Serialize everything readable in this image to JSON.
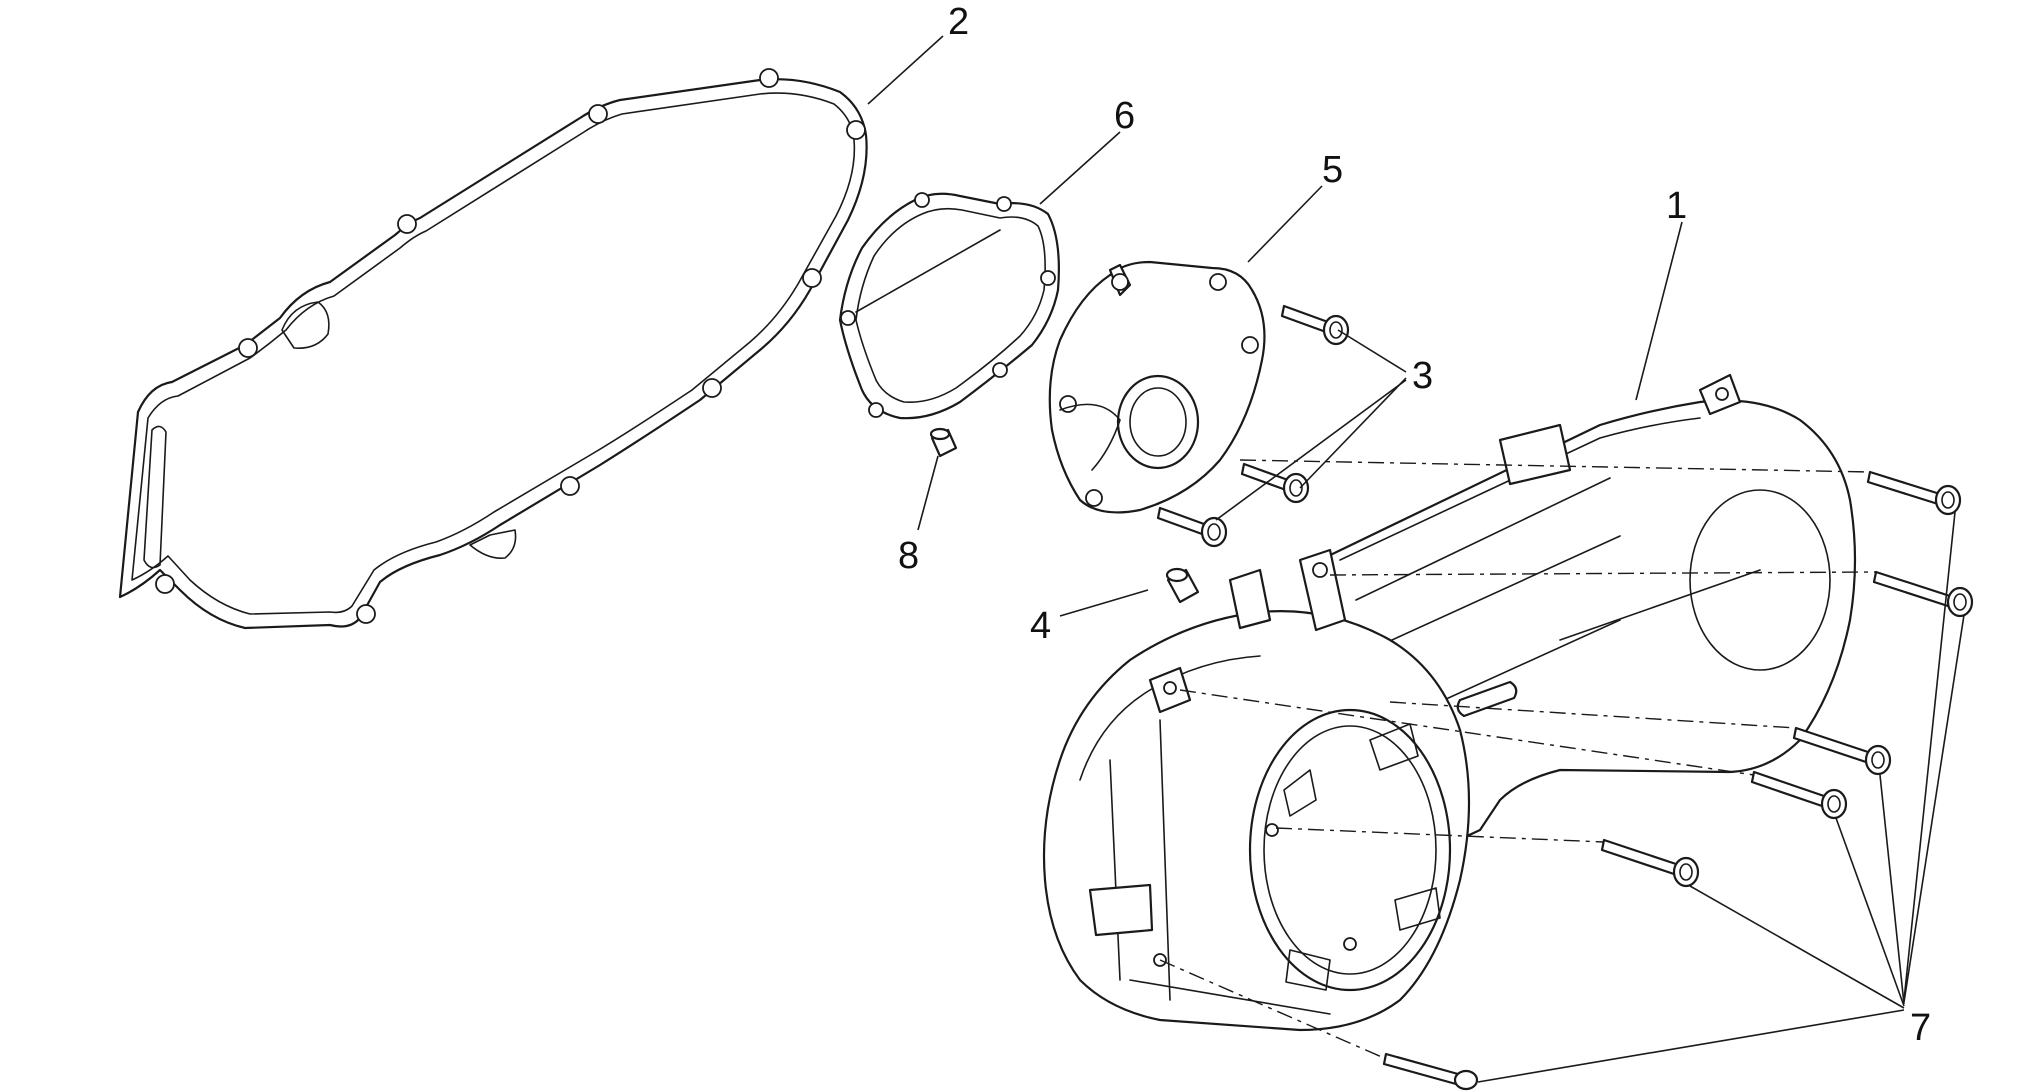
{
  "diagram": {
    "callouts": [
      {
        "id": "1",
        "label": "1"
      },
      {
        "id": "2",
        "label": "2"
      },
      {
        "id": "3",
        "label": "3"
      },
      {
        "id": "4",
        "label": "4"
      },
      {
        "id": "5",
        "label": "5"
      },
      {
        "id": "6",
        "label": "6"
      },
      {
        "id": "7",
        "label": "7"
      },
      {
        "id": "8",
        "label": "8"
      }
    ],
    "colors": {
      "line": "#1a1a1a",
      "background": "#ffffff"
    }
  }
}
